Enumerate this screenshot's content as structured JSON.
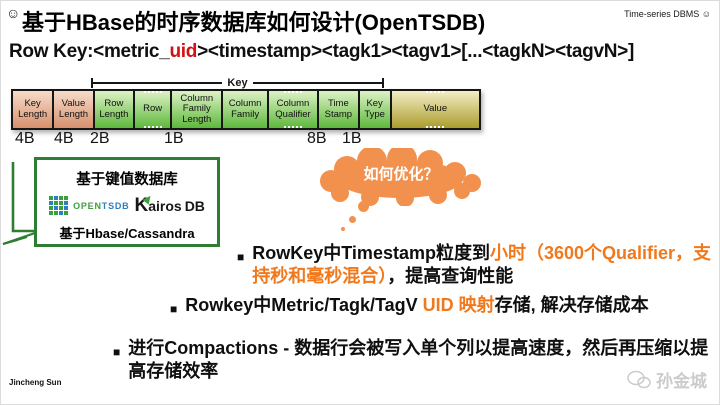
{
  "header": {
    "title_icon": "☺",
    "title": "基于HBase的时序数据库如何设计(OpenTSDB)",
    "corner_note": "Time-series DBMS ☺"
  },
  "rowkey": {
    "prefix": "Row Key:<metric_",
    "uid": "uid",
    "suffix": "><timestamp><tagk1><tagv1>[...<tagkN><tagvN>]"
  },
  "diagram": {
    "bracket_label": "Key",
    "cells": [
      {
        "label": "Key Length",
        "color": "salmon"
      },
      {
        "label": "Value Length",
        "color": "salmon"
      },
      {
        "label": "Row Length",
        "color": "green"
      },
      {
        "label": "Row",
        "color": "green",
        "cont": true
      },
      {
        "label": "Column Family Length",
        "color": "green"
      },
      {
        "label": "Column Family",
        "color": "green"
      },
      {
        "label": "Column Qualifier",
        "color": "green",
        "cont": true
      },
      {
        "label": "Time Stamp",
        "color": "green"
      },
      {
        "label": "Key Type",
        "color": "green"
      },
      {
        "label": "Value",
        "color": "olive",
        "cont": true
      }
    ],
    "sizes": [
      "4B",
      "4B",
      "2B",
      "1B",
      "8B",
      "1B"
    ]
  },
  "kv_box": {
    "title": "基于键值数据库",
    "opentsdb_open": "OPEN",
    "opentsdb_tsdb": "TSDB",
    "kairos_k": "K",
    "kairos_rest": "airos",
    "kairos_db": "DB",
    "subtitle": "基于Hbase/Cassandra"
  },
  "bubble": {
    "text": "如何优化？"
  },
  "bullets": [
    {
      "marker": "■",
      "segments": [
        {
          "text": "RowKey中Timestamp粒度到",
          "color": "black"
        },
        {
          "text": "小时（3600个Qualifier，支持秒和毫秒混合）",
          "color": "orange"
        },
        {
          "text": "，提高查询性能",
          "color": "black"
        }
      ]
    },
    {
      "marker": "■",
      "segments": [
        {
          "text": "Rowkey中Metric/Tagk/TagV ",
          "color": "black"
        },
        {
          "text": "UID 映射",
          "color": "orange"
        },
        {
          "text": "存储, 解决存储成本",
          "color": "black"
        }
      ]
    },
    {
      "marker": "■",
      "segments": [
        {
          "text": "进行Compactions - 数据行会被写入单个列以提高速度，然后再压缩以提高存储效率",
          "color": "black"
        }
      ]
    }
  ],
  "footer": {
    "author": "Jincheng Sun",
    "watermark": "孙金城"
  },
  "colors": {
    "orange": "#f1791d",
    "red": "#d01212",
    "green": "#2e7d32",
    "bubble": "#f2914d"
  }
}
